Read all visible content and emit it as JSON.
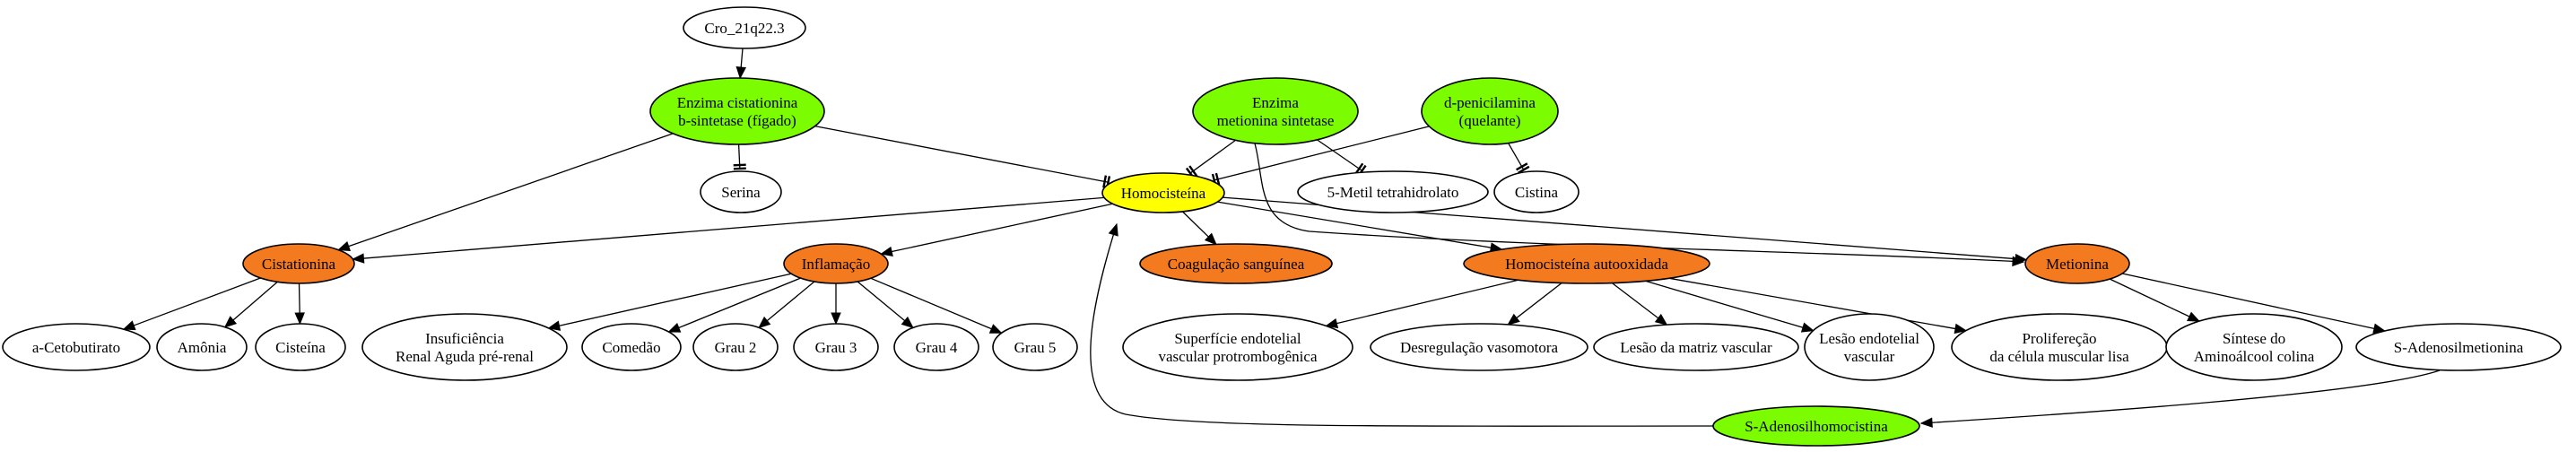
{
  "colors": {
    "green": "#7cfc00",
    "yellow": "#ffff00",
    "orange": "#f47a20",
    "white": "#ffffff"
  },
  "nodes": {
    "cro": {
      "lines": [
        "Cro_21q22.3"
      ],
      "fill": "white"
    },
    "cistationina_sintetase": {
      "lines": [
        "Enzima cistationina",
        "b-sintetase (fígado)"
      ],
      "fill": "green"
    },
    "metionina_sintetase": {
      "lines": [
        "Enzima",
        "metionina sintetase"
      ],
      "fill": "green"
    },
    "penicilamina": {
      "lines": [
        "d-penicilamina",
        "(quelante)"
      ],
      "fill": "green"
    },
    "serina": {
      "lines": [
        "Serina"
      ],
      "fill": "white"
    },
    "homocisteina": {
      "lines": [
        "Homocisteína"
      ],
      "fill": "yellow"
    },
    "metil_tetrahidrolato": {
      "lines": [
        "5-Metil tetrahidrolato"
      ],
      "fill": "white"
    },
    "cistina": {
      "lines": [
        "Cistina"
      ],
      "fill": "white"
    },
    "cistationina": {
      "lines": [
        "Cistationina"
      ],
      "fill": "orange"
    },
    "inflamacao": {
      "lines": [
        "Inflamação"
      ],
      "fill": "orange"
    },
    "coagulacao": {
      "lines": [
        "Coagulação sanguínea"
      ],
      "fill": "orange"
    },
    "homocisteina_autooxidada": {
      "lines": [
        "Homocisteína autooxidada"
      ],
      "fill": "orange"
    },
    "metionina": {
      "lines": [
        "Metionina"
      ],
      "fill": "orange"
    },
    "cetobutirato": {
      "lines": [
        "a-Cetobutirato"
      ],
      "fill": "white"
    },
    "amonia": {
      "lines": [
        "Amônia"
      ],
      "fill": "white"
    },
    "cisteina": {
      "lines": [
        "Cisteína"
      ],
      "fill": "white"
    },
    "insuficiencia": {
      "lines": [
        "Insuficiência",
        "Renal Aguda pré-renal"
      ],
      "fill": "white"
    },
    "comedao": {
      "lines": [
        "Comedão"
      ],
      "fill": "white"
    },
    "grau2": {
      "lines": [
        "Grau 2"
      ],
      "fill": "white"
    },
    "grau3": {
      "lines": [
        "Grau 3"
      ],
      "fill": "white"
    },
    "grau4": {
      "lines": [
        "Grau 4"
      ],
      "fill": "white"
    },
    "grau5": {
      "lines": [
        "Grau 5"
      ],
      "fill": "white"
    },
    "superficie": {
      "lines": [
        "Superfície endotelial",
        "vascular protrombogênica"
      ],
      "fill": "white"
    },
    "desregulacao": {
      "lines": [
        "Desregulação vasomotora"
      ],
      "fill": "white"
    },
    "lesao_matriz": {
      "lines": [
        "Lesão da matriz vascular"
      ],
      "fill": "white"
    },
    "lesao_endotelial": {
      "lines": [
        "Lesão endotelial",
        "vascular"
      ],
      "fill": "white"
    },
    "proliferacao": {
      "lines": [
        "Prolifereção",
        "da célula muscular lisa"
      ],
      "fill": "white"
    },
    "sintese_colina": {
      "lines": [
        "Síntese do",
        "Aminoálcool colina"
      ],
      "fill": "white"
    },
    "adenosilmetionina": {
      "lines": [
        "S-Adenosilmetionina"
      ],
      "fill": "white"
    },
    "adenosilhomocistina": {
      "lines": [
        "S-Adenosilhomocistina"
      ],
      "fill": "green"
    }
  },
  "edges": [
    {
      "from": "cro",
      "to": "cistationina_sintetase",
      "type": "arrow"
    },
    {
      "from": "cistationina_sintetase",
      "to": "serina",
      "type": "tee"
    },
    {
      "from": "cistationina_sintetase",
      "to": "cistationina",
      "type": "arrow"
    },
    {
      "from": "cistationina_sintetase",
      "to": "homocisteina",
      "type": "tee"
    },
    {
      "from": "metionina_sintetase",
      "to": "homocisteina",
      "type": "tee"
    },
    {
      "from": "metionina_sintetase",
      "to": "metil_tetrahidrolato",
      "type": "tee"
    },
    {
      "from": "metionina_sintetase",
      "to": "metionina",
      "type": "arrow"
    },
    {
      "from": "penicilamina",
      "to": "homocisteina",
      "type": "tee"
    },
    {
      "from": "penicilamina",
      "to": "cistina",
      "type": "tee"
    },
    {
      "from": "homocisteina",
      "to": "cistationina",
      "type": "arrow"
    },
    {
      "from": "homocisteina",
      "to": "inflamacao",
      "type": "arrow"
    },
    {
      "from": "homocisteina",
      "to": "coagulacao",
      "type": "arrow"
    },
    {
      "from": "homocisteina",
      "to": "homocisteina_autooxidada",
      "type": "arrow"
    },
    {
      "from": "homocisteina",
      "to": "metionina",
      "type": "arrow"
    },
    {
      "from": "cistationina",
      "to": "cetobutirato",
      "type": "arrow"
    },
    {
      "from": "cistationina",
      "to": "amonia",
      "type": "arrow"
    },
    {
      "from": "cistationina",
      "to": "cisteina",
      "type": "arrow"
    },
    {
      "from": "inflamacao",
      "to": "insuficiencia",
      "type": "arrow"
    },
    {
      "from": "inflamacao",
      "to": "comedao",
      "type": "arrow"
    },
    {
      "from": "inflamacao",
      "to": "grau2",
      "type": "arrow"
    },
    {
      "from": "inflamacao",
      "to": "grau3",
      "type": "arrow"
    },
    {
      "from": "inflamacao",
      "to": "grau4",
      "type": "arrow"
    },
    {
      "from": "inflamacao",
      "to": "grau5",
      "type": "arrow"
    },
    {
      "from": "homocisteina_autooxidada",
      "to": "superficie",
      "type": "arrow"
    },
    {
      "from": "homocisteina_autooxidada",
      "to": "desregulacao",
      "type": "arrow"
    },
    {
      "from": "homocisteina_autooxidada",
      "to": "lesao_matriz",
      "type": "arrow"
    },
    {
      "from": "homocisteina_autooxidada",
      "to": "lesao_endotelial",
      "type": "arrow"
    },
    {
      "from": "homocisteina_autooxidada",
      "to": "proliferacao",
      "type": "arrow"
    },
    {
      "from": "metionina",
      "to": "sintese_colina",
      "type": "arrow"
    },
    {
      "from": "metionina",
      "to": "adenosilmetionina",
      "type": "arrow"
    },
    {
      "from": "adenosilmetionina",
      "to": "adenosilhomocistina",
      "type": "arrow"
    },
    {
      "from": "adenosilhomocistina",
      "to": "homocisteina",
      "type": "arrow"
    }
  ]
}
